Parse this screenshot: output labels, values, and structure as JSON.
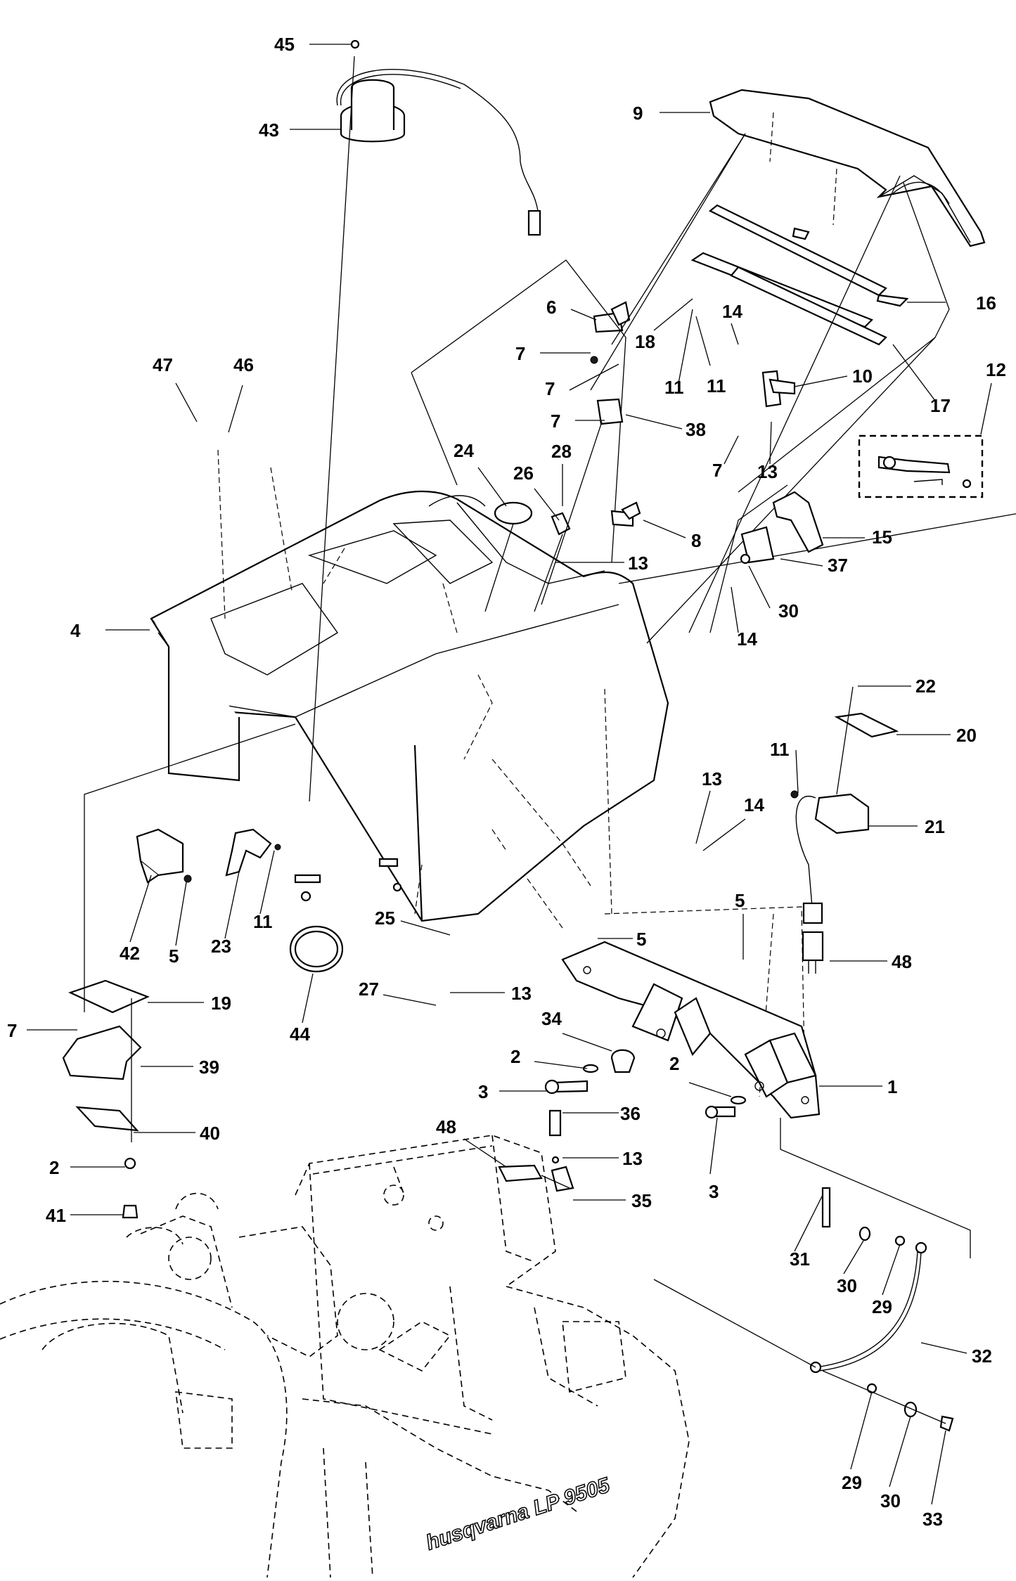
{
  "diagram": {
    "callouts": [
      "45",
      "43",
      "9",
      "6",
      "7",
      "18",
      "14",
      "16",
      "11",
      "17",
      "12",
      "10",
      "47",
      "46",
      "7",
      "24",
      "28",
      "38",
      "13",
      "15",
      "26",
      "8",
      "13",
      "37",
      "30",
      "4",
      "14",
      "22",
      "20",
      "11",
      "21",
      "13",
      "14",
      "42",
      "5",
      "23",
      "11",
      "25",
      "5",
      "5",
      "13",
      "48",
      "27",
      "44",
      "19",
      "34",
      "7",
      "39",
      "2",
      "2",
      "1",
      "3",
      "36",
      "40",
      "48",
      "13",
      "2",
      "35",
      "3",
      "41",
      "31",
      "30",
      "29",
      "32",
      "29",
      "30",
      "33",
      "7",
      "11",
      "7"
    ],
    "watermark_text": "husqvarna  LP 9505"
  }
}
